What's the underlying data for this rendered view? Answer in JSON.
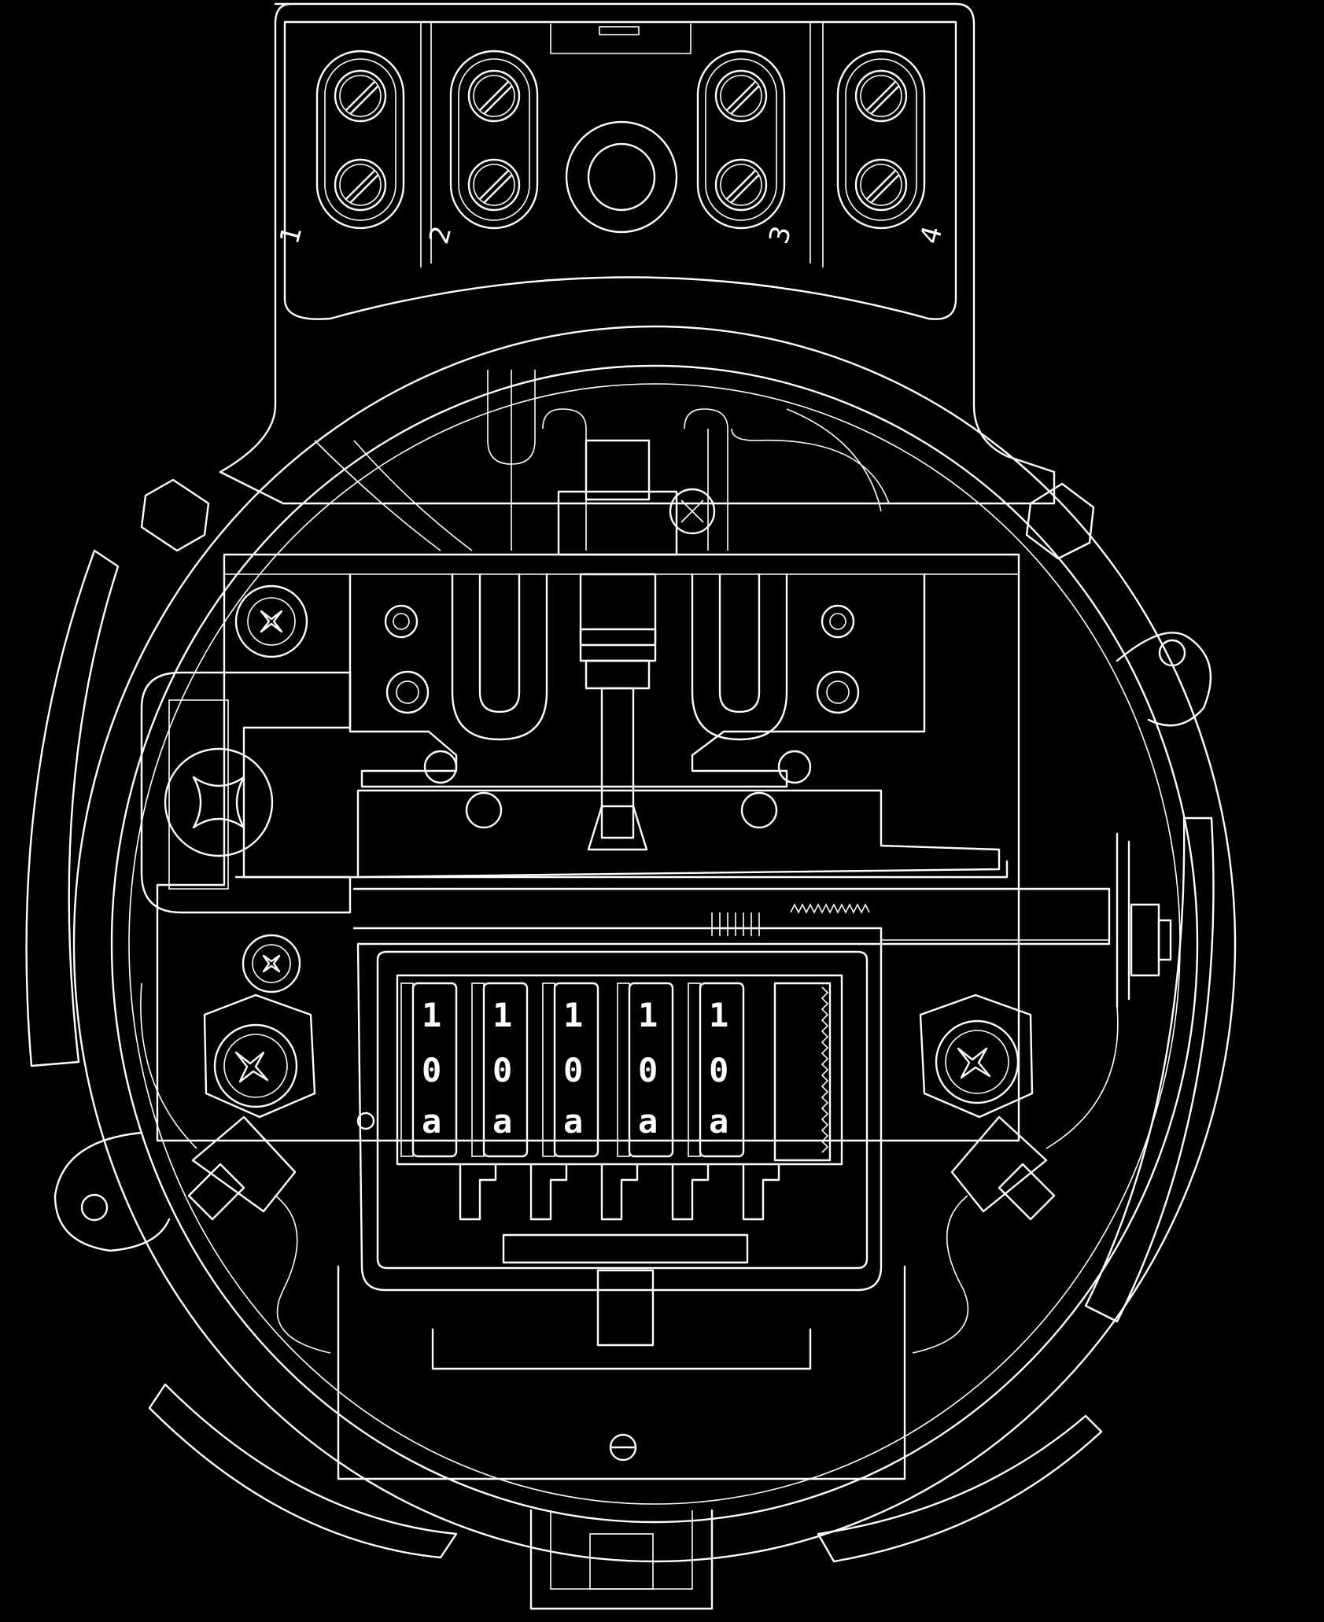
{
  "diagram": {
    "terminal_labels": [
      "1",
      "2",
      "3",
      "4"
    ],
    "register_digits": [
      [
        "1",
        "0",
        "a"
      ],
      [
        "1",
        "0",
        "a"
      ],
      [
        "1",
        "0",
        "a"
      ],
      [
        "1",
        "0",
        "a"
      ],
      [
        "1",
        "0",
        "a"
      ]
    ],
    "colors": {
      "background": "#000000",
      "line": "#ffffff"
    }
  }
}
